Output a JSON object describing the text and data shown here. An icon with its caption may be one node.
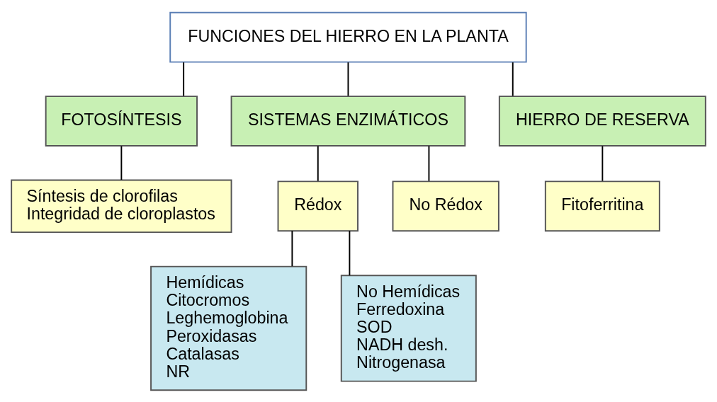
{
  "diagram": {
    "nodes": [
      {
        "text": [
          "FUNCIONES DEL HIERRO EN LA PLANTA"
        ]
      },
      {
        "text": [
          "FOTOSÍNTESIS"
        ]
      },
      {
        "text": [
          "SISTEMAS ENZIMÁTICOS"
        ]
      },
      {
        "text": [
          "HIERRO DE RESERVA"
        ]
      },
      {
        "text": [
          "Síntesis de clorofilas",
          "Integridad de cloroplastos"
        ]
      },
      {
        "text": [
          "Rédox"
        ]
      },
      {
        "text": [
          "No Rédox"
        ]
      },
      {
        "text": [
          "Fitoferritina"
        ]
      },
      {
        "text": [
          "Hemídicas",
          "Citocromos",
          "Leghemoglobina",
          "Peroxidasas",
          "Catalasas",
          "NR"
        ]
      },
      {
        "text": [
          "No Hemídicas",
          "Ferredoxina",
          "SOD",
          "NADH desh.",
          "Nitrogenasa"
        ]
      }
    ],
    "edges": [
      {
        "from": 0,
        "to": 1,
        "arrow": "none"
      },
      {
        "from": 0,
        "to": 2,
        "arrow": "none"
      },
      {
        "from": 0,
        "to": 3,
        "arrow": "none"
      },
      {
        "from": 1,
        "to": 4,
        "arrow": "none"
      },
      {
        "from": 2,
        "to": 5,
        "arrow": "none"
      },
      {
        "from": 2,
        "to": 6,
        "arrow": "none"
      },
      {
        "from": 3,
        "to": 7,
        "arrow": "none"
      },
      {
        "from": 5,
        "to": 8,
        "arrow": "none"
      },
      {
        "from": 5,
        "to": 9,
        "arrow": "none"
      }
    ]
  }
}
